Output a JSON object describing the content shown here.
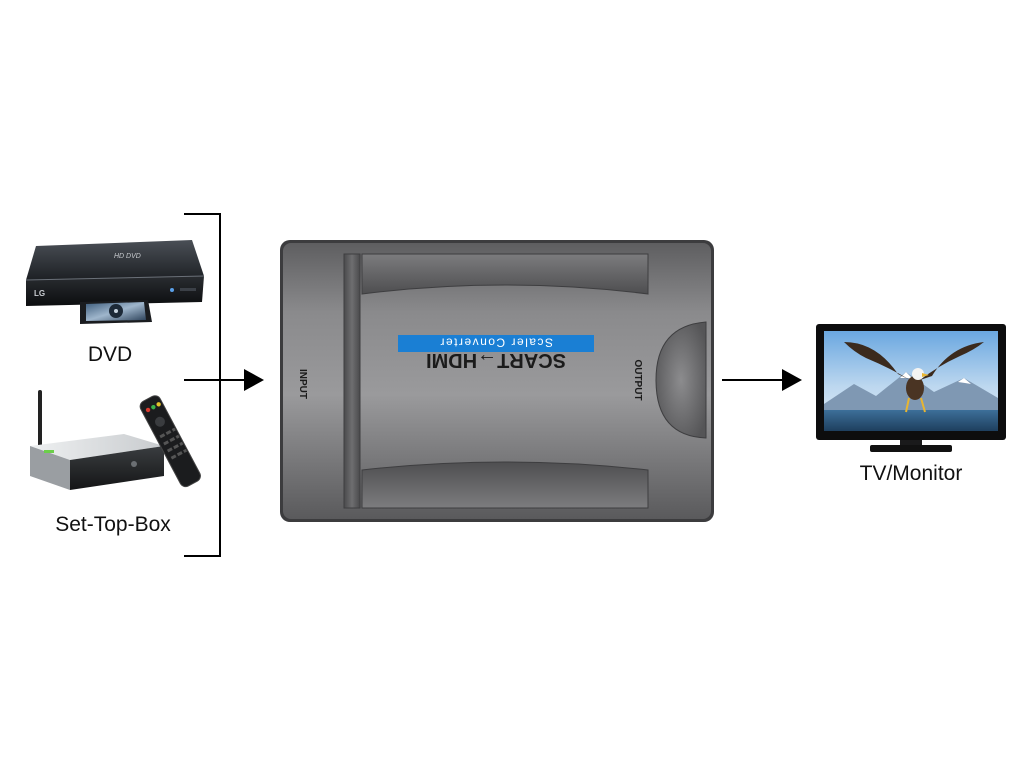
{
  "sources": {
    "dvd": {
      "label": "DVD",
      "brand": "LG",
      "model": "HD DVD"
    },
    "stb": {
      "label": "Set-Top-Box"
    }
  },
  "converter": {
    "product_name": "SCART→HDMI",
    "subtitle": "Scaler Converter",
    "input_label": "INPUT",
    "output_label": "OUTPUT"
  },
  "destination": {
    "label": "TV/Monitor"
  },
  "colors": {
    "device_body": "#7a7a7a",
    "band": "#1a7fd4",
    "arrow": "#000000"
  }
}
